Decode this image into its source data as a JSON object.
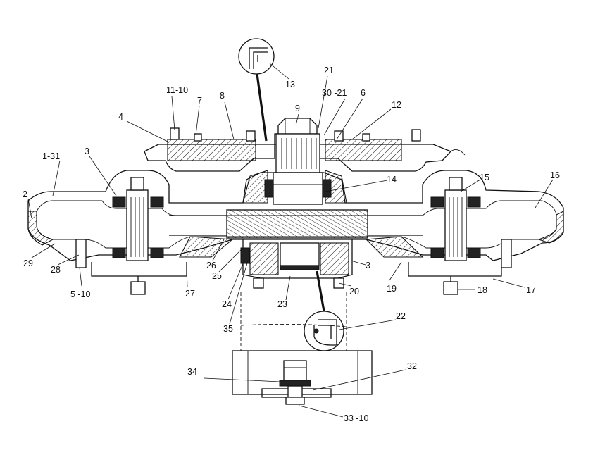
{
  "callouts": [
    {
      "id": "c1",
      "text": "11-10"
    },
    {
      "id": "c2",
      "text": "7"
    },
    {
      "id": "c3",
      "text": "8"
    },
    {
      "id": "c4",
      "text": "4"
    },
    {
      "id": "c5",
      "text": "9"
    },
    {
      "id": "c6",
      "text": "21"
    },
    {
      "id": "c7",
      "text": "30 -21"
    },
    {
      "id": "c8",
      "text": "6"
    },
    {
      "id": "c9",
      "text": "12"
    },
    {
      "id": "c10",
      "text": "13"
    },
    {
      "id": "c11",
      "text": "1-31"
    },
    {
      "id": "c12",
      "text": "3"
    },
    {
      "id": "c13",
      "text": "2"
    },
    {
      "id": "c14",
      "text": "14"
    },
    {
      "id": "c15",
      "text": "15"
    },
    {
      "id": "c16",
      "text": "16"
    },
    {
      "id": "c17",
      "text": "29"
    },
    {
      "id": "c18",
      "text": "28"
    },
    {
      "id": "c19",
      "text": "5 -10"
    },
    {
      "id": "c20",
      "text": "27"
    },
    {
      "id": "c21",
      "text": "26"
    },
    {
      "id": "c22",
      "text": "25"
    },
    {
      "id": "c23",
      "text": "24"
    },
    {
      "id": "c24",
      "text": "35"
    },
    {
      "id": "c25",
      "text": "23"
    },
    {
      "id": "c26",
      "text": "20"
    },
    {
      "id": "c27",
      "text": "3"
    },
    {
      "id": "c28",
      "text": "19"
    },
    {
      "id": "c29",
      "text": "18"
    },
    {
      "id": "c30",
      "text": "17"
    },
    {
      "id": "c31",
      "text": "22"
    },
    {
      "id": "c32",
      "text": "34"
    },
    {
      "id": "c33",
      "text": "32"
    },
    {
      "id": "c34",
      "text": "33 -10"
    }
  ]
}
